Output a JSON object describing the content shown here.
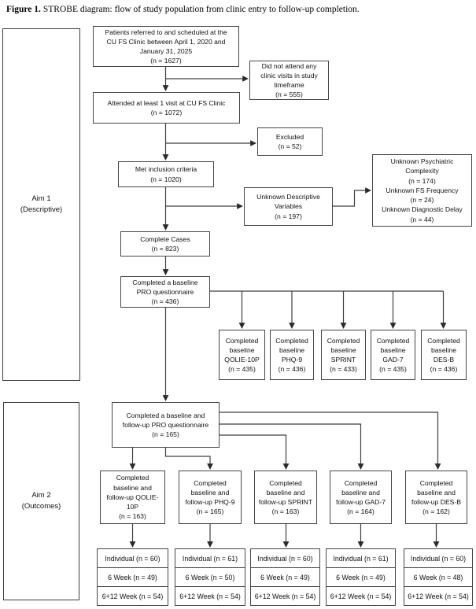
{
  "caption": {
    "label": "Figure 1.",
    "text": "STROBE diagram: flow of study population from clinic entry to follow-up completion."
  },
  "aims": {
    "aim1": "Aim 1\n(Descriptive)",
    "aim2": "Aim 2\n(Outcomes)"
  },
  "boxes": {
    "referred": "Patients referred to and scheduled at the\nCU FS Clinic between April 1, 2020 and\nJanuary 31, 2025\n(n = 1627)",
    "did_not_attend": "Did not attend any\nclinic visits in study\ntimeframe\n(n = 555)",
    "attended": "Attended at least 1 visit at CU FS Clinic\n(n = 1072)",
    "excluded": "Excluded\n(n = 52)",
    "met_inclusion": "Met inclusion criteria\n(n = 1020)",
    "unknown_descriptive": "Unknown Descriptive\nVariables\n(n = 197)",
    "unknown_breakdown": "Unknown Psychiatric\nComplexity\n(n = 174)\nUnknown FS Frequency\n(n = 24)\nUnknown Diagnostic Delay\n(n = 44)",
    "complete_cases": "Complete Cases\n(n = 823)",
    "baseline_pro": "Completed a baseline\nPRO questionnaire\n(n = 436)",
    "followup_pro": "Completed a baseline and\nfollow-up PRO questionnaire\n(n = 165)"
  },
  "baseline_measures": [
    {
      "text": "Completed\nbaseline\nQOLIE-10P\n(n = 435)"
    },
    {
      "text": "Completed\nbaseline\nPHQ-9\n(n = 436)"
    },
    {
      "text": "Completed\nbaseline\nSPRINT\n(n = 433)"
    },
    {
      "text": "Completed\nbaseline\nGAD-7\n(n = 435)"
    },
    {
      "text": "Completed\nbaseline\nDES-B\n(n = 436)"
    }
  ],
  "followup_measures": [
    {
      "text": "Completed\nbaseline and\nfollow-up QOLIE-\n10P\n(n = 163)"
    },
    {
      "text": "Completed\nbaseline and\nfollow-up PHQ-9\n(n = 165)"
    },
    {
      "text": "Completed\nbaseline and\nfollow-up SPRINT\n(n = 163)"
    },
    {
      "text": "Completed\nbaseline and\nfollow-up GAD-7\n(n = 164)"
    },
    {
      "text": "Completed\nbaseline and\nfollow-up DES-B\n(n = 162)"
    }
  ],
  "outcome_tables": [
    {
      "rows": [
        "Individual (n = 60)",
        "6 Week (n = 49)",
        "6+12 Week (n = 54)"
      ]
    },
    {
      "rows": [
        "Individual (n = 61)",
        "6 Week (n = 50)",
        "6+12 Week (n = 54)"
      ]
    },
    {
      "rows": [
        "Individual (n = 60)",
        "6 Week (n = 49)",
        "6+12 Week (n = 54)"
      ]
    },
    {
      "rows": [
        "Individual (n = 61)",
        "6 Week (n = 49)",
        "6+12 Week (n = 54)"
      ]
    },
    {
      "rows": [
        "Individual (n = 60)",
        "6 Week (n = 48)",
        "6+12 Week (n = 54)"
      ]
    }
  ],
  "colors": {
    "line": "#3f3f3f",
    "border": "#464646",
    "background": "#ffffff",
    "text": "#111111"
  }
}
